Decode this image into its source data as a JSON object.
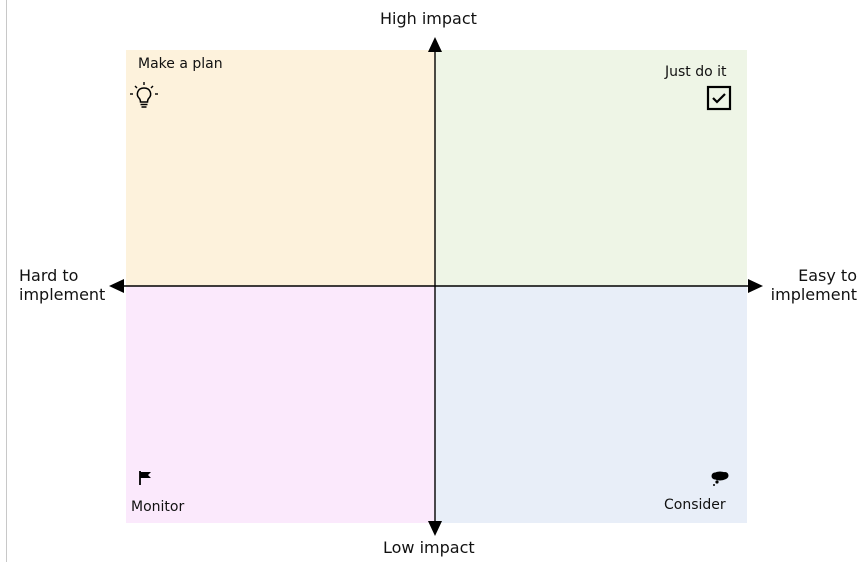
{
  "colors": {
    "make_a_plan": "#fdf2dc",
    "just_do_it": "#eef5e6",
    "monitor": "#fbe9fc",
    "consider": "#e8eef8",
    "axis": "#000000"
  },
  "axes": {
    "top": "High impact",
    "bottom": "Low impact",
    "left_line1": "Hard to",
    "left_line2": "implement",
    "right_line1": "Easy to",
    "right_line2": "implement"
  },
  "quadrants": {
    "top_left": {
      "label": "Make a plan",
      "icon": "lightbulb-icon"
    },
    "top_right": {
      "label": "Just do it",
      "icon": "checkbox-icon"
    },
    "bottom_left": {
      "label": "Monitor",
      "icon": "flag-icon"
    },
    "bottom_right": {
      "label": "Consider",
      "icon": "thought-cloud-icon"
    }
  }
}
